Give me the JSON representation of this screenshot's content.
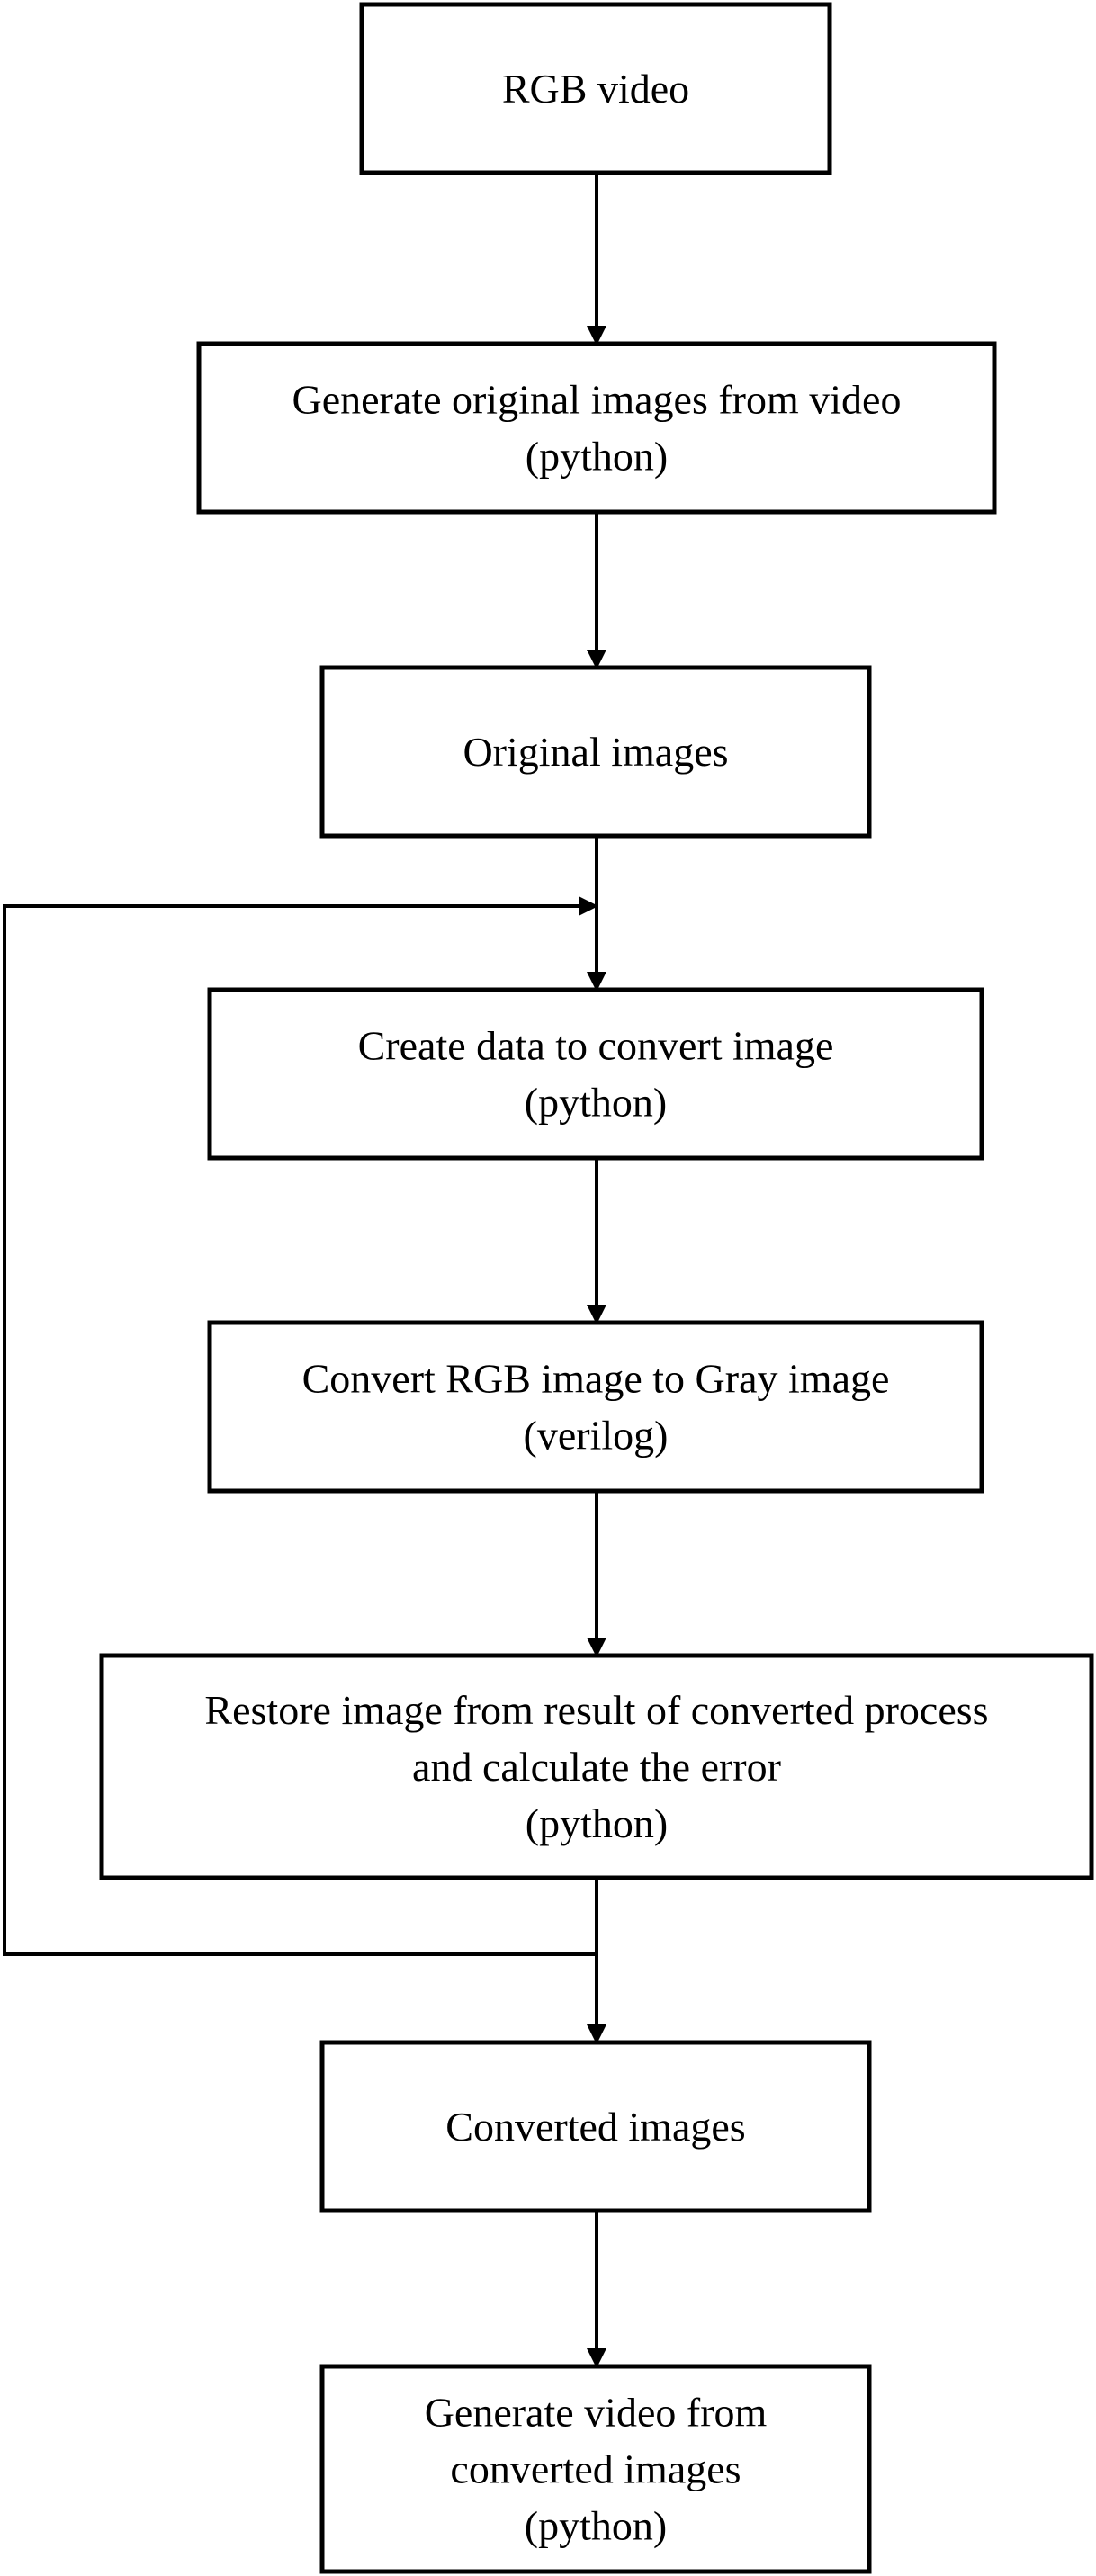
{
  "nodes": [
    {
      "id": "rgb-video",
      "lines": [
        "RGB video"
      ]
    },
    {
      "id": "generate-original-images",
      "lines": [
        "Generate original images from video",
        "(python)"
      ]
    },
    {
      "id": "original-images",
      "lines": [
        "Original images"
      ]
    },
    {
      "id": "create-data",
      "lines": [
        "Create data to convert image",
        "(python)"
      ]
    },
    {
      "id": "convert-rgb-gray",
      "lines": [
        "Convert RGB image to Gray image",
        "(verilog)"
      ]
    },
    {
      "id": "restore-image",
      "lines": [
        "Restore image from result of converted process",
        "and calculate the error",
        "(python)"
      ]
    },
    {
      "id": "converted-images",
      "lines": [
        "Converted images"
      ]
    },
    {
      "id": "generate-video",
      "lines": [
        "Generate video from",
        "converted images",
        "(python)"
      ]
    }
  ],
  "edges": [
    {
      "from": "rgb-video",
      "to": "generate-original-images"
    },
    {
      "from": "generate-original-images",
      "to": "original-images"
    },
    {
      "from": "original-images",
      "to": "create-data"
    },
    {
      "from": "create-data",
      "to": "convert-rgb-gray"
    },
    {
      "from": "convert-rgb-gray",
      "to": "restore-image"
    },
    {
      "from": "restore-image",
      "to": "converted-images"
    },
    {
      "from": "converted-images",
      "to": "generate-video"
    },
    {
      "from": "restore-image",
      "to": "create-data",
      "kind": "feedback-loop"
    }
  ],
  "colors": {
    "stroke": "#000000",
    "background": "#ffffff"
  }
}
